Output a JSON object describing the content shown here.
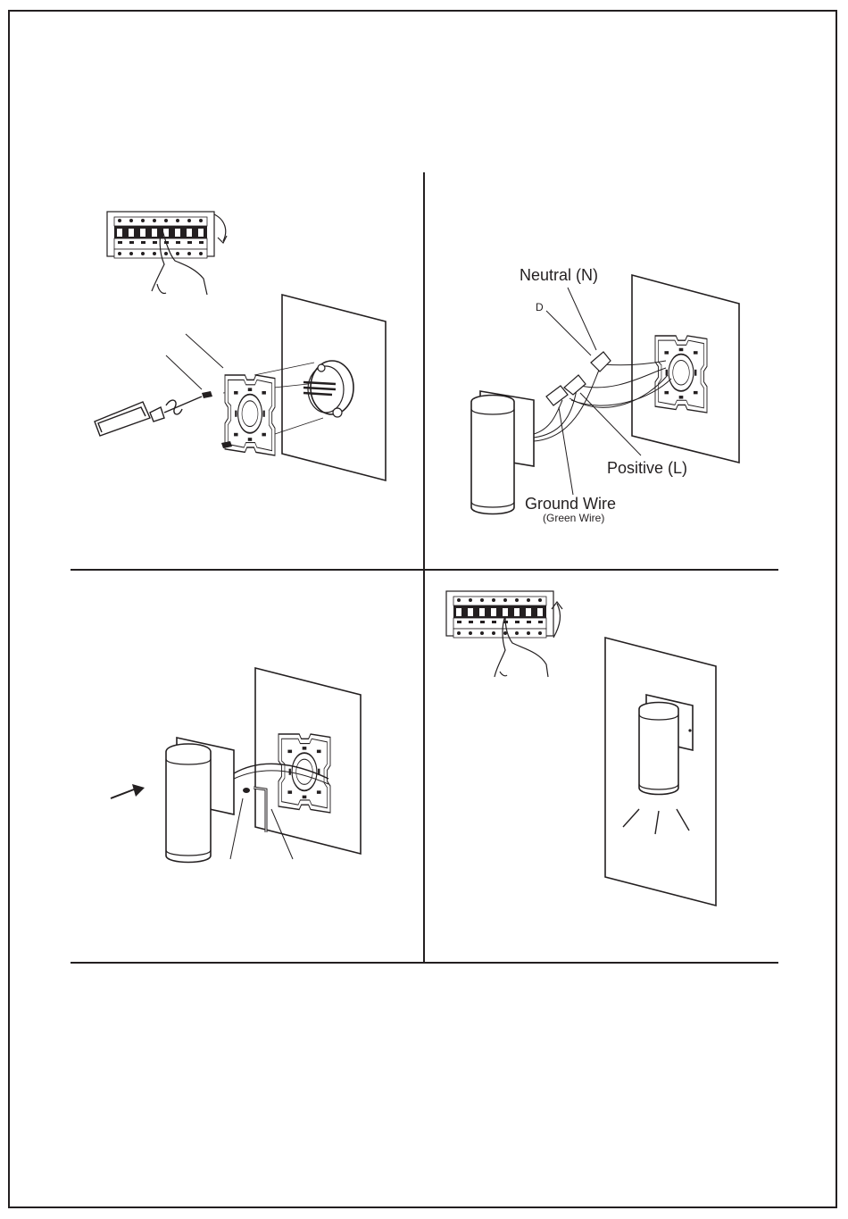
{
  "step_b": {
    "labels": {
      "neutral": "Neutral (N)",
      "d": "D",
      "positive": "Positive (L)",
      "ground": "Ground Wire",
      "ground_note": "(Green Wire)"
    }
  }
}
